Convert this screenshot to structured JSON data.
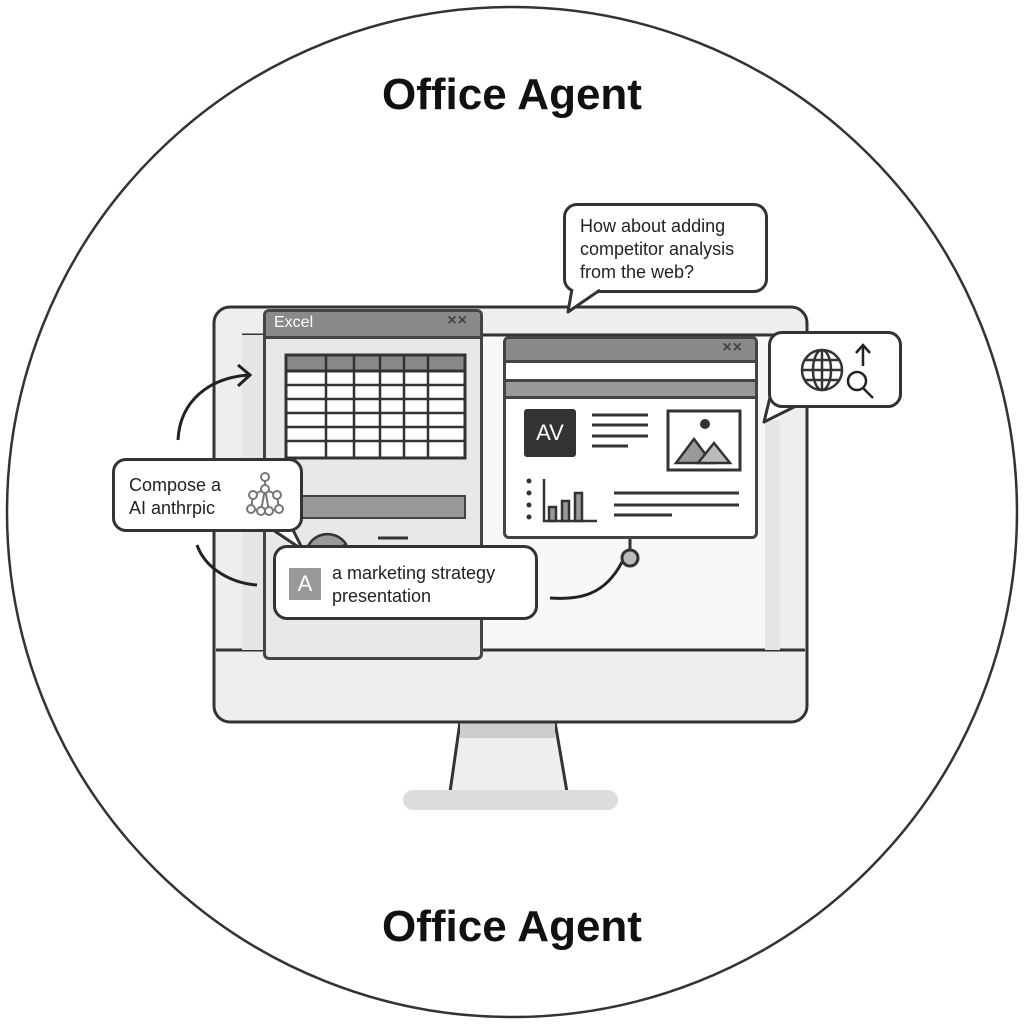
{
  "title_top": "Office Agent",
  "title_bottom": "Office Agent",
  "bubbles": {
    "suggestion": [
      "How about adding",
      "competitor analysis",
      "from the web?"
    ],
    "compose": [
      "Compose a",
      "AI anthrpic"
    ],
    "task": [
      "a marketing strategy",
      "presentation"
    ],
    "task_badge": "A"
  },
  "excel_window": {
    "title": "Excel",
    "controls": "××"
  },
  "slide_window": {
    "controls": "××",
    "logo": "AV"
  },
  "icons": [
    "network-icon",
    "globe-icon",
    "search-icon",
    "arrow-up-icon",
    "image-icon",
    "bar-chart-icon"
  ]
}
